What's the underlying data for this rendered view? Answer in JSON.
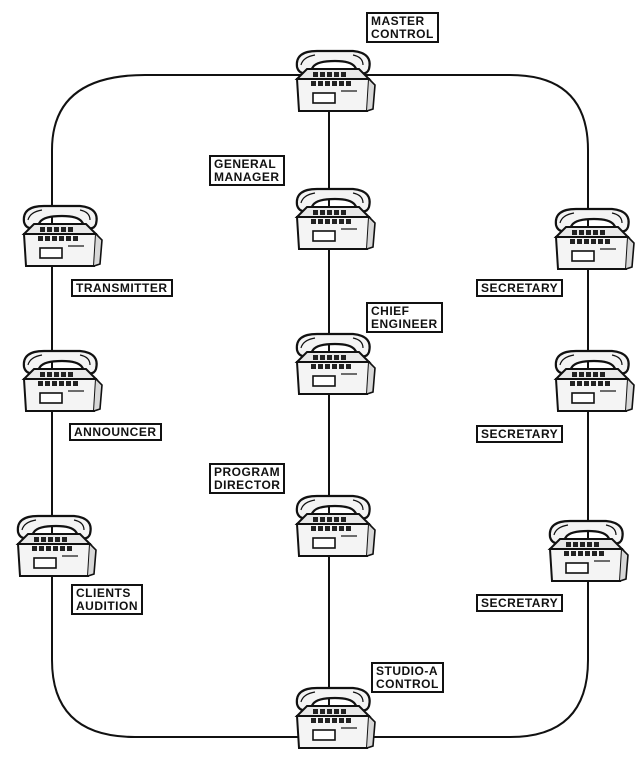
{
  "labels": {
    "master_control": [
      "MASTER",
      "CONTROL"
    ],
    "general_manager": [
      "GENERAL",
      "MANAGER"
    ],
    "chief_engineer": [
      "CHIEF",
      "ENGINEER"
    ],
    "program_director": [
      "PROGRAM",
      "DIRECTOR"
    ],
    "studio_a_control": [
      "STUDIO-A",
      "CONTROL"
    ],
    "transmitter": [
      "TRANSMITTER"
    ],
    "announcer": [
      "ANNOUNCER"
    ],
    "clients_audition": [
      "CLIENTS",
      "AUDITION"
    ],
    "secretary_1": [
      "SECRETARY"
    ],
    "secretary_2": [
      "SECRETARY"
    ],
    "secretary_3": [
      "SECRETARY"
    ]
  },
  "colors": {
    "line": "#111111",
    "phone_body": "#f4f4f4",
    "phone_dark": "#222222"
  },
  "icons": {
    "phone": "desk-telephone-icon"
  }
}
